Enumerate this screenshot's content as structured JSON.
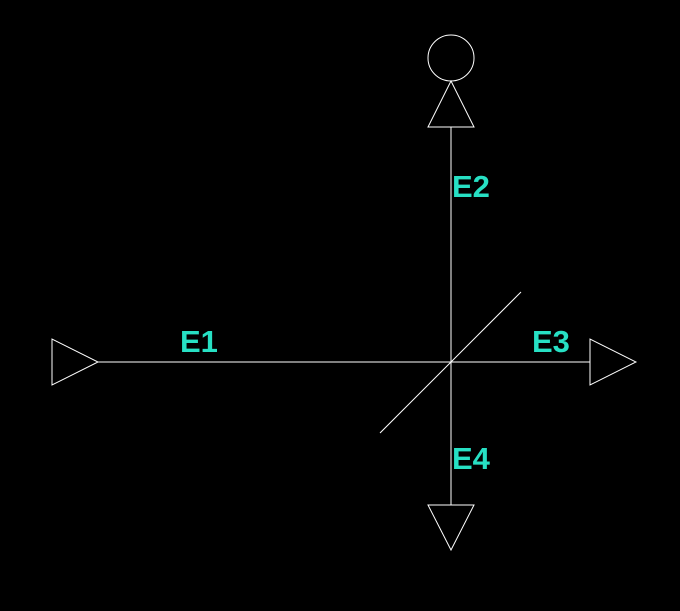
{
  "colors": {
    "background": "#000000",
    "line": "#ffffff",
    "label": "#27e0c4"
  },
  "labels": {
    "e1": "E1",
    "e2": "E2",
    "e3": "E3",
    "e4": "E4"
  }
}
